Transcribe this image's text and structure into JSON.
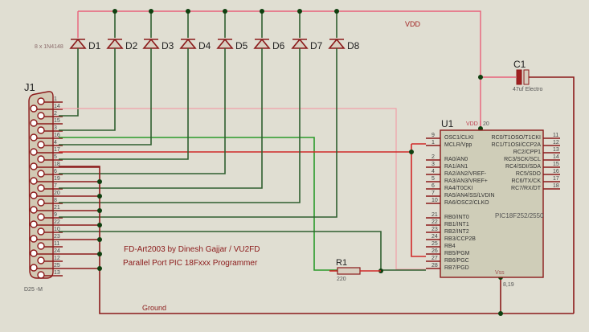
{
  "title_lines": [
    "FD-Art2003 by Dinesh Gajjar / VU2FD",
    "Parallel Port PIC 18Fxxx Programmer"
  ],
  "nets": {
    "vdd": "VDD",
    "ground": "Ground"
  },
  "diodes": {
    "part_note": "8 x 1N4148",
    "labels": [
      "D1",
      "D2",
      "D3",
      "D4",
      "D5",
      "D6",
      "D7",
      "D8"
    ]
  },
  "connector": {
    "ref": "J1",
    "type": "D25 -M",
    "pins": [
      "1",
      "14",
      "2",
      "15",
      "3",
      "16",
      "4",
      "17",
      "5",
      "18",
      "6",
      "19",
      "7",
      "20",
      "8",
      "21",
      "9",
      "22",
      "10",
      "23",
      "11",
      "24",
      "12",
      "25",
      "13"
    ]
  },
  "capacitor": {
    "ref": "C1",
    "value": "47uf Electro"
  },
  "resistor": {
    "ref": "R1",
    "value": "220"
  },
  "mcu": {
    "ref": "U1",
    "part": "PIC18F252/2550",
    "vdd_label": "VDD",
    "vdd_pin": "20",
    "vss_label": "Vss",
    "vss_pins": "8,19",
    "left_pins": [
      {
        "num": "9",
        "name": "OSC1/CLKI"
      },
      {
        "num": "1",
        "name": "MCLR/Vpp"
      },
      {
        "num": "2",
        "name": "RA0/AN0"
      },
      {
        "num": "3",
        "name": "RA1/AN1"
      },
      {
        "num": "4",
        "name": "RA2/AN2/VREF-"
      },
      {
        "num": "5",
        "name": "RA3/AN3/VREF+"
      },
      {
        "num": "6",
        "name": "RA4/T0CKI"
      },
      {
        "num": "7",
        "name": "RA5/AN4/SS/LVDIN"
      },
      {
        "num": "10",
        "name": "RA6/OSC2/CLKO"
      },
      {
        "num": "21",
        "name": "RB0/INT0"
      },
      {
        "num": "22",
        "name": "RB1/INT1"
      },
      {
        "num": "23",
        "name": "RB2/INT2"
      },
      {
        "num": "24",
        "name": "RB3/CCP2B"
      },
      {
        "num": "25",
        "name": "RB4"
      },
      {
        "num": "26",
        "name": "RB5/PGM"
      },
      {
        "num": "27",
        "name": "RB6/PGC"
      },
      {
        "num": "28",
        "name": "RB7/PGD"
      }
    ],
    "right_pins": [
      {
        "num": "11",
        "name": "RC0/T1OSO/T1CKI"
      },
      {
        "num": "12",
        "name": "RC1/T1OSI/CCP2A"
      },
      {
        "num": "13",
        "name": "RC2/CPP1"
      },
      {
        "num": "14",
        "name": "RC3/SCK/SCL"
      },
      {
        "num": "15",
        "name": "RC4/SDI/SDA"
      },
      {
        "num": "16",
        "name": "RC5/SDO"
      },
      {
        "num": "17",
        "name": "RC6/TX/CK"
      },
      {
        "num": "18",
        "name": "RC7/RX/DT"
      }
    ]
  }
}
